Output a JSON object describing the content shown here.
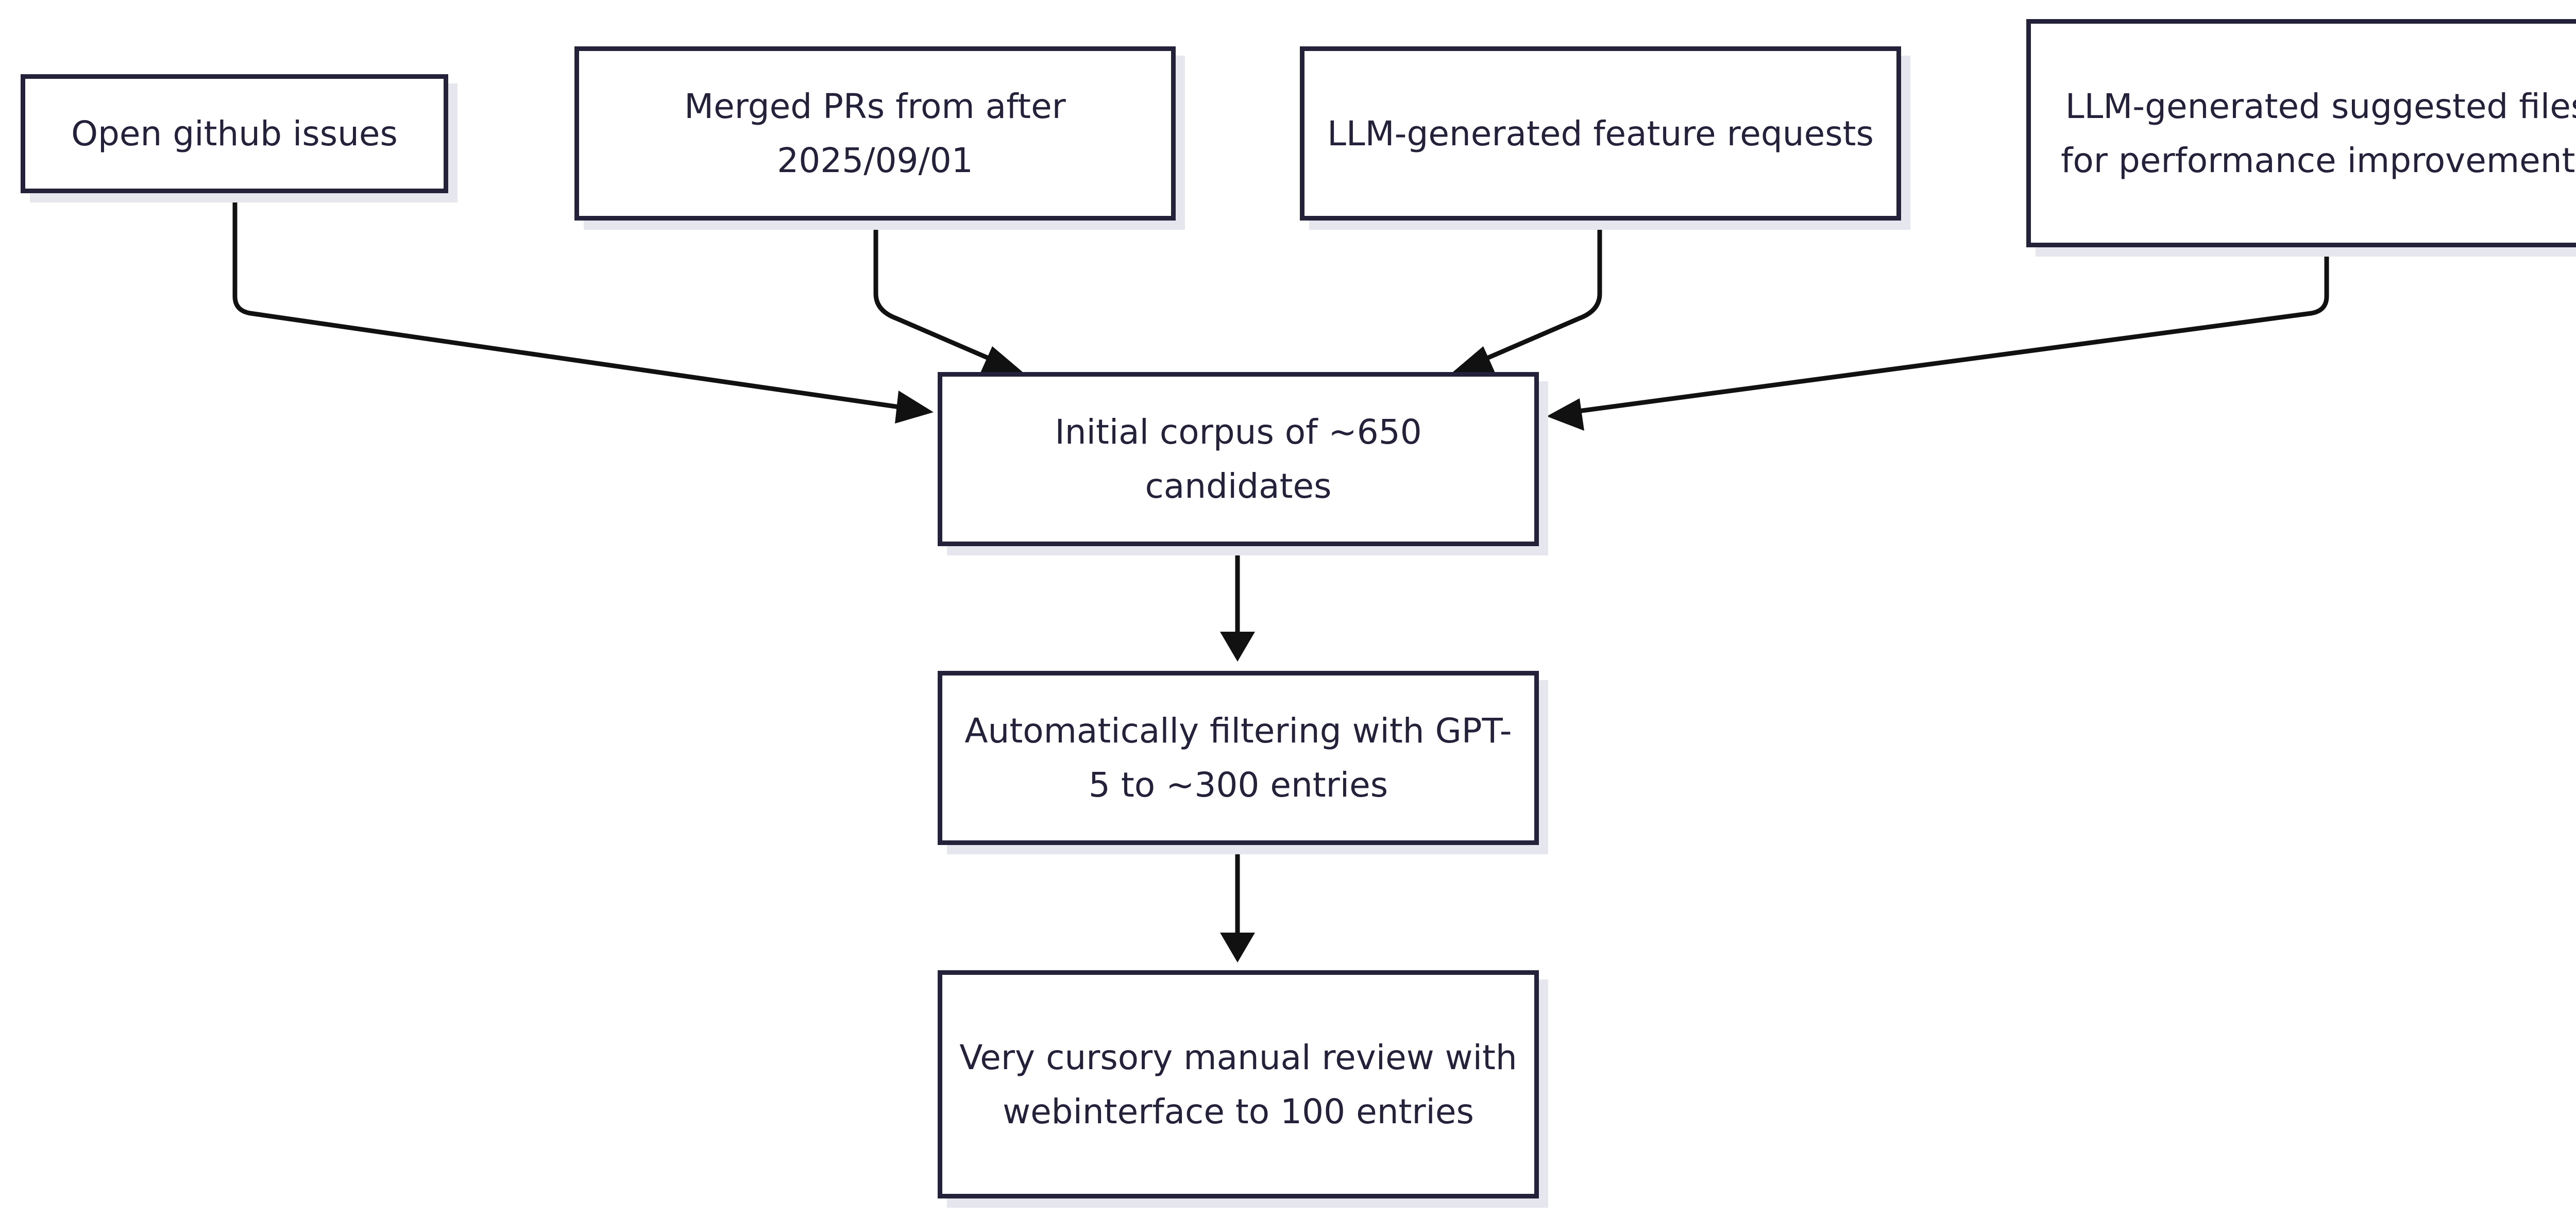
{
  "diagram": {
    "type": "flowchart",
    "nodes": {
      "open_issues": {
        "label": "Open github issues"
      },
      "merged_prs": {
        "label": "Merged PRs from after 2025/09/01"
      },
      "llm_features": {
        "label": "LLM-generated feature requests"
      },
      "llm_perf_files": {
        "label": "LLM-generated suggested files for performance improvements"
      },
      "initial_corpus": {
        "label": "Initial corpus of ~650 candidates"
      },
      "auto_filter": {
        "label": "Automatically filtering with GPT-5 to ~300 entries"
      },
      "manual_review": {
        "label": "Very cursory manual review with webinterface to 100 entries"
      }
    },
    "edges": [
      {
        "from": "open_issues",
        "to": "initial_corpus"
      },
      {
        "from": "merged_prs",
        "to": "initial_corpus"
      },
      {
        "from": "llm_features",
        "to": "initial_corpus"
      },
      {
        "from": "llm_perf_files",
        "to": "initial_corpus"
      },
      {
        "from": "initial_corpus",
        "to": "auto_filter"
      },
      {
        "from": "auto_filter",
        "to": "manual_review"
      }
    ],
    "colors": {
      "node_border": "#24223a",
      "node_text": "#24223a",
      "node_fill": "#ffffff",
      "node_shadow": "#e6e6ee",
      "edge": "#111111"
    }
  }
}
